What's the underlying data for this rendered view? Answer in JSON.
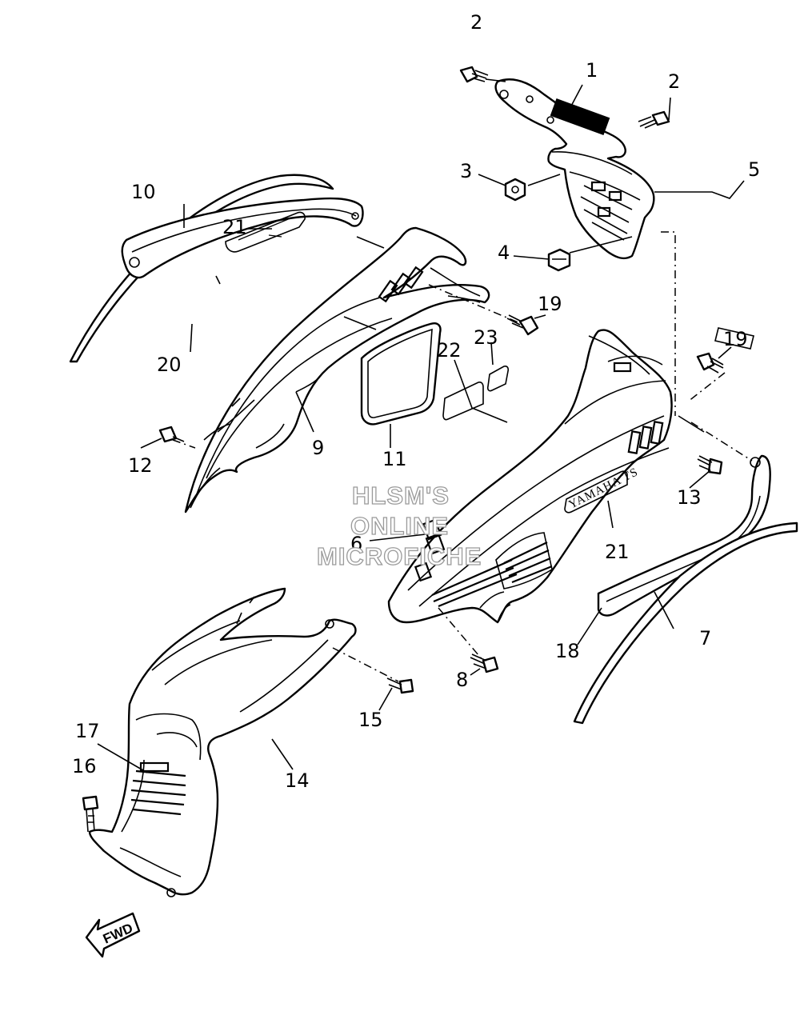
{
  "diagram": {
    "callouts": [
      {
        "id": "c1",
        "text": "1"
      },
      {
        "id": "c2a",
        "text": "2"
      },
      {
        "id": "c2b",
        "text": "2"
      },
      {
        "id": "c3",
        "text": "3"
      },
      {
        "id": "c4",
        "text": "4"
      },
      {
        "id": "c5",
        "text": "5"
      },
      {
        "id": "c6",
        "text": "6"
      },
      {
        "id": "c7",
        "text": "7"
      },
      {
        "id": "c8",
        "text": "8"
      },
      {
        "id": "c9",
        "text": "9"
      },
      {
        "id": "c10",
        "text": "10"
      },
      {
        "id": "c11",
        "text": "11"
      },
      {
        "id": "c12",
        "text": "12"
      },
      {
        "id": "c13",
        "text": "13"
      },
      {
        "id": "c14",
        "text": "14"
      },
      {
        "id": "c15",
        "text": "15"
      },
      {
        "id": "c16",
        "text": "16"
      },
      {
        "id": "c17",
        "text": "17"
      },
      {
        "id": "c18",
        "text": "18"
      },
      {
        "id": "c19a",
        "text": "19"
      },
      {
        "id": "c19b",
        "text": "19"
      },
      {
        "id": "c20",
        "text": "20"
      },
      {
        "id": "c21a",
        "text": "21"
      },
      {
        "id": "c21b",
        "text": "21"
      },
      {
        "id": "c22",
        "text": "22"
      },
      {
        "id": "c23",
        "text": "23"
      }
    ],
    "brand_label": "YAMAHA TS",
    "fwd_label": "FWD",
    "watermark": [
      "HLSM'S",
      "ONLINE",
      "MICROFICHE"
    ]
  }
}
